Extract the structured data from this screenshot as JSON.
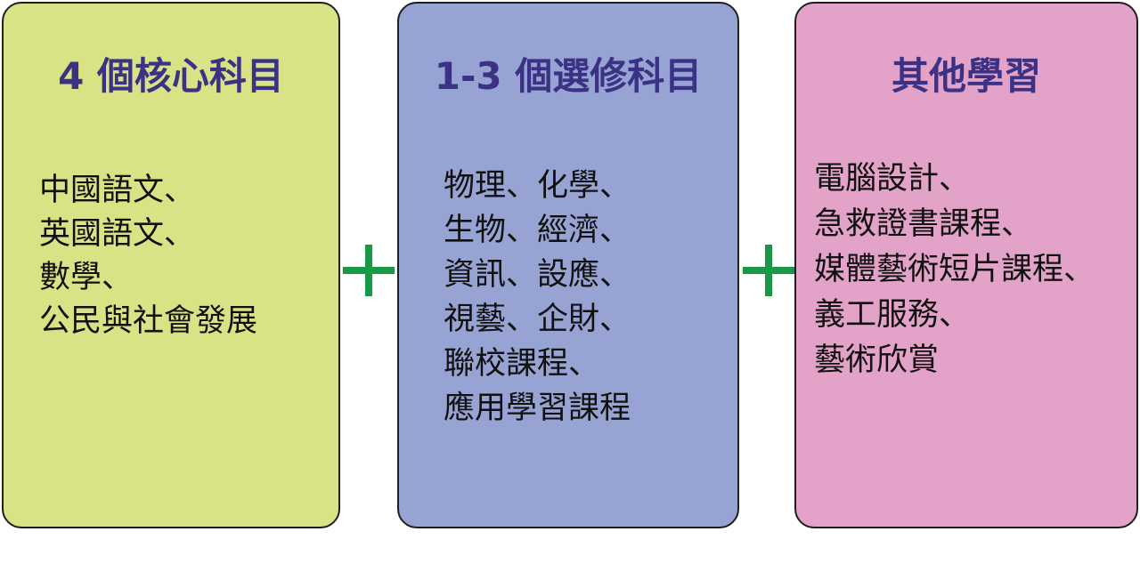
{
  "colors": {
    "heading_text": "#3b3285",
    "plus": "#169b45",
    "core_bg": "#d9e285",
    "elective_bg": "#96a3d3",
    "other_bg": "#e3a2c8"
  },
  "core": {
    "title": "4 個核心科目",
    "items": [
      "中國語文、",
      "英國語文、",
      "數學、",
      "公民與社會發展"
    ]
  },
  "elective": {
    "title": "1-3 個選修科目",
    "items": [
      "物理、化學、",
      "生物、經濟、",
      "資訊、設應、",
      "視藝、企財、",
      "聯校課程、",
      "應用學習課程"
    ]
  },
  "other": {
    "title": "其他學習",
    "items": [
      "電腦設計、",
      "急救證書課程、",
      "媒體藝術短片課程、",
      "義工服務、",
      "藝術欣賞"
    ]
  }
}
